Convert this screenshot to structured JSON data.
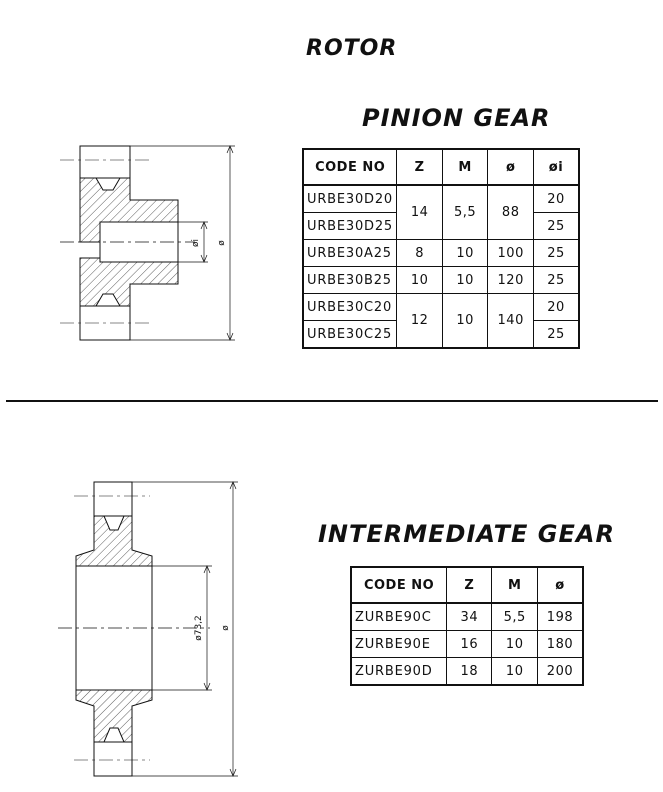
{
  "titles": {
    "rotor": "ROTOR",
    "pinion": "PINION GEAR",
    "intermediate": "INTERMEDIATE GEAR"
  },
  "pinion_table": {
    "headers": [
      "CODE NO",
      "Z",
      "M",
      "ø",
      "øi"
    ],
    "groups": [
      {
        "codes": [
          "URBE30D20",
          "URBE30D25"
        ],
        "z": "14",
        "m": "5,5",
        "d": "88",
        "di": [
          "20",
          "25"
        ]
      },
      {
        "codes": [
          "URBE30A25"
        ],
        "z": "8",
        "m": "10",
        "d": "100",
        "di": [
          "25"
        ]
      },
      {
        "codes": [
          "URBE30B25"
        ],
        "z": "10",
        "m": "10",
        "d": "120",
        "di": [
          "25"
        ]
      },
      {
        "codes": [
          "URBE30C20",
          "URBE30C25"
        ],
        "z": "12",
        "m": "10",
        "d": "140",
        "di": [
          "20",
          "25"
        ]
      }
    ]
  },
  "intermediate_table": {
    "headers": [
      "CODE NO",
      "Z",
      "M",
      "ø"
    ],
    "rows": [
      [
        "ZURBE90C",
        "34",
        "5,5",
        "198"
      ],
      [
        "ZURBE90E",
        "16",
        "10",
        "180"
      ],
      [
        "ZURBE90D",
        "18",
        "10",
        "200"
      ]
    ]
  },
  "drawing_labels": {
    "pinion_bore": "øi",
    "pinion_outer": "ø",
    "inter_bore": "ø73,2",
    "inter_outer": "ø"
  }
}
